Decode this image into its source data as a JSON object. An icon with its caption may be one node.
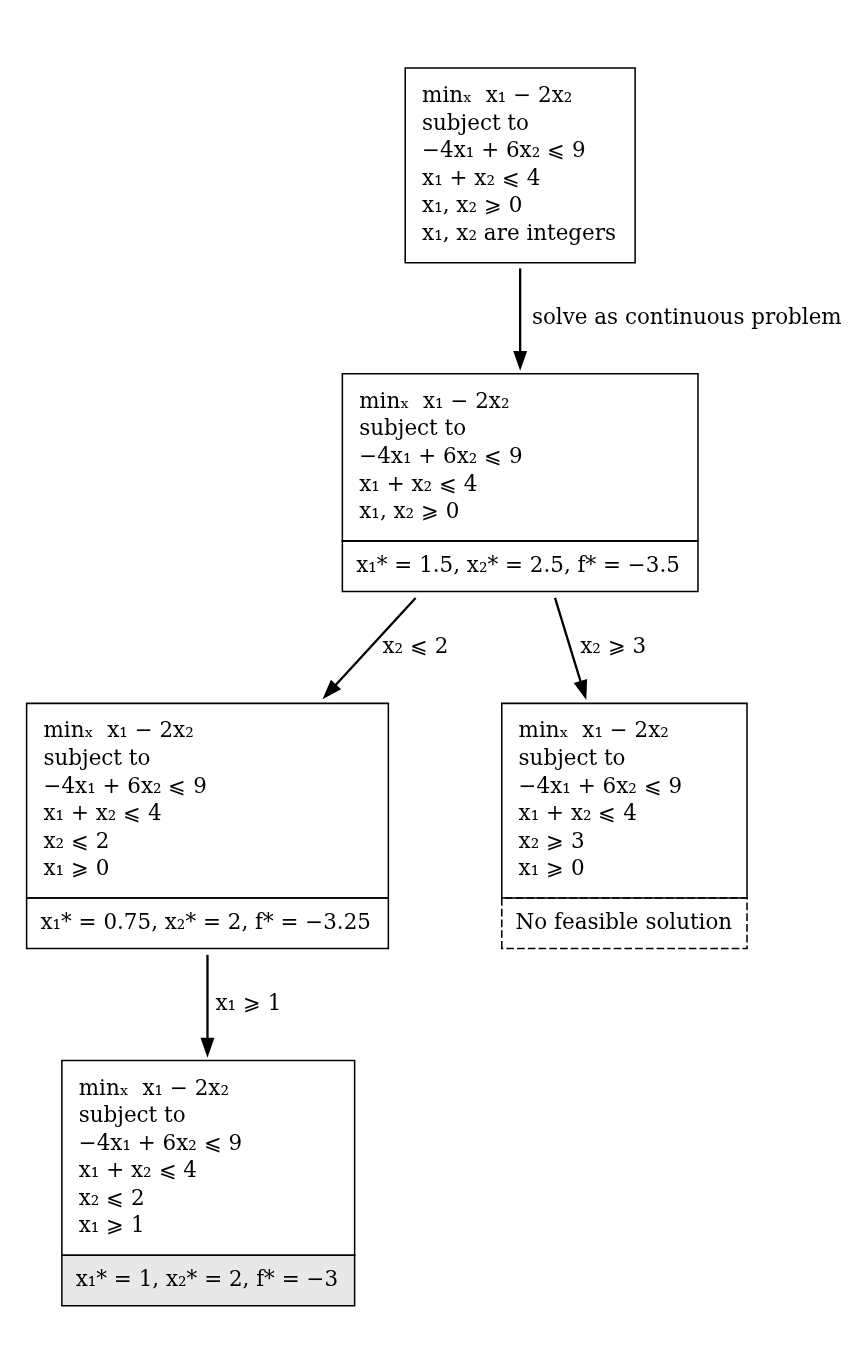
{
  "diagram": {
    "nodes": [
      {
        "text": [
          "minₓ  x₁ − 2x₂",
          "subject to",
          "−4x₁ + 6x₂ ⩽ 9",
          "x₁ + x₂ ⩽ 4",
          "x₁, x₂ ⩾ 0",
          "x₁, x₂ are integers"
        ]
      },
      {
        "text": [
          "minₓ  x₁ − 2x₂",
          "subject to",
          "−4x₁ + 6x₂ ⩽ 9",
          "x₁ + x₂ ⩽ 4",
          "x₁, x₂ ⩾ 0",
          "x₁* = 1.5, x₂* = 2.5, f* = −3.5"
        ]
      },
      {
        "text": [
          "minₓ  x₁ − 2x₂",
          "subject to",
          "−4x₁ + 6x₂ ⩽ 9",
          "x₁ + x₂ ⩽ 4",
          "x₂ ⩽ 2",
          "x₁ ⩾ 0",
          "x₁* = 0.75, x₂* = 2, f* = −3.25"
        ]
      },
      {
        "text": [
          "minₓ  x₁ − 2x₂",
          "subject to",
          "−4x₁ + 6x₂ ⩽ 9",
          "x₁ + x₂ ⩽ 4",
          "x₂ ⩾ 3",
          "x₁ ⩾ 0",
          "No feasible solution"
        ]
      },
      {
        "text": [
          "minₓ  x₁ − 2x₂",
          "subject to",
          "−4x₁ + 6x₂ ⩽ 9",
          "x₁ + x₂ ⩽ 4",
          "x₂ ⩽ 2",
          "x₁ ⩾ 1",
          "x₁* = 1, x₂* = 2, f* = −3"
        ]
      }
    ],
    "edges": [
      {
        "from": 0,
        "to": 1,
        "arrow": "to",
        "label": "solve as continuous problem"
      },
      {
        "from": 1,
        "to": 2,
        "arrow": "to",
        "label": "x₂ ⩽ 2"
      },
      {
        "from": 1,
        "to": 3,
        "arrow": "to",
        "label": "x₂ ⩾ 3"
      },
      {
        "from": 2,
        "to": 4,
        "arrow": "to",
        "label": "x₁ ⩾ 1"
      }
    ]
  }
}
